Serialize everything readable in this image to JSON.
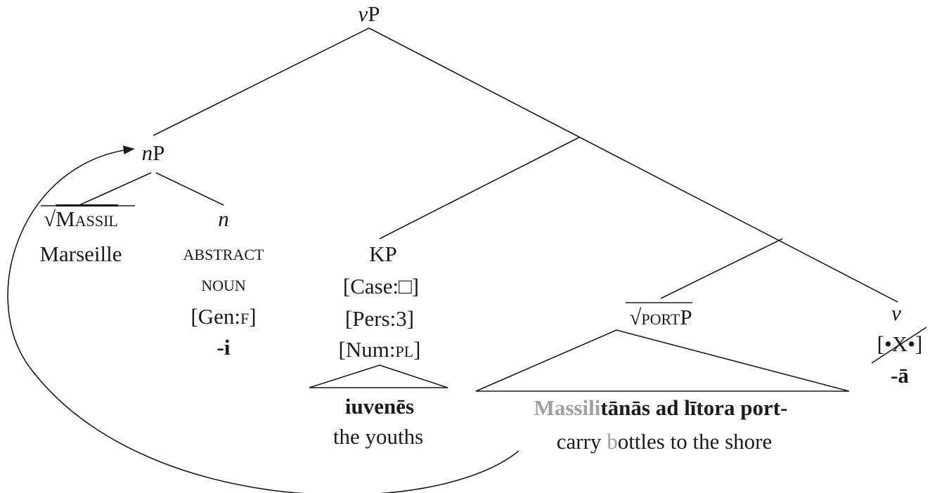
{
  "tree": {
    "root": {
      "italic": "v",
      "rest": "P"
    },
    "np": {
      "italic": "n",
      "rest": "P"
    },
    "massil": {
      "root_sign": "√",
      "label": "Massil",
      "gloss": "Marseille"
    },
    "n_head": {
      "label": "n",
      "line1": "abstract",
      "line2": "noun",
      "gen_open": "[Gen:",
      "gen_val": "f",
      "gen_close": "]",
      "suffix": "-i"
    },
    "kp": {
      "label": "KP",
      "case": "[Case:□]",
      "pers": "[Pers:3]",
      "num_open": "[Num:",
      "num_val": "pl",
      "num_close": "]",
      "word": "iuvenēs",
      "gloss": "the youths"
    },
    "portp": {
      "root_sign": "√",
      "label": "port",
      "suffix": "P",
      "word_grey": "Massili",
      "word_bold": "tānās ad lītora port-",
      "gloss_a": "carry ",
      "gloss_grey": "b",
      "gloss_b": "ottles to the shore"
    },
    "v_head": {
      "label": "v",
      "feature": "[•X•]",
      "suffix": "-ā"
    }
  }
}
